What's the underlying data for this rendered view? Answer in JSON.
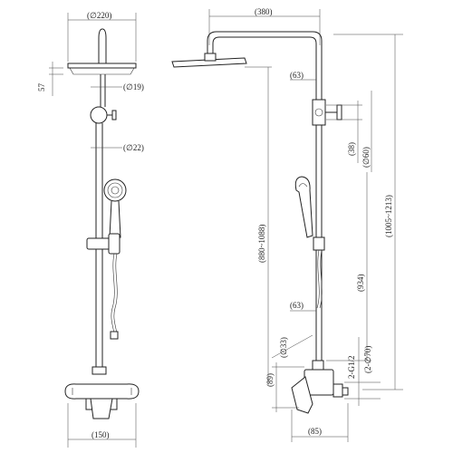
{
  "dimensions": {
    "head_diameter": "(∅220)",
    "left_small": "57",
    "arm_diameter": "(∅19)",
    "riser_diameter": "(∅22)",
    "mixer_width": "(150)",
    "arm_reach": "(380)",
    "arm_offset_top": "(63)",
    "arm_offset_low": "(63)",
    "height_range_inner": "(880~1088)",
    "height_range_outer": "(1005~1213)",
    "bracket_drop": "(38)",
    "bracket_dia": "(∅60)",
    "riser_length": "(934)",
    "hose_dia": "(∅33)",
    "thread_spec": "2-G1/2",
    "thread_dia": "(2-∅70)",
    "mixer_height": "(89)",
    "mixer_depth": "(85)"
  }
}
